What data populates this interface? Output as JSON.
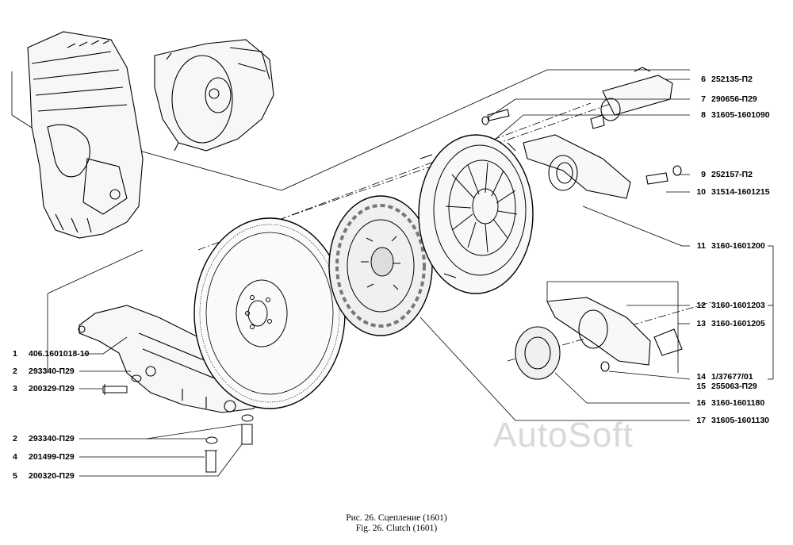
{
  "callouts": [
    {
      "num": "6",
      "code": "252135-П2"
    },
    {
      "num": "7",
      "code": "290656-П29"
    },
    {
      "num": "8",
      "code": "31605-1601090"
    },
    {
      "num": "9",
      "code": "252157-П2"
    },
    {
      "num": "10",
      "code": "31514-1601215"
    },
    {
      "num": "11",
      "code": "3160-1601200"
    },
    {
      "num": "12",
      "code": "3160-1601203"
    },
    {
      "num": "13",
      "code": "3160-1601205"
    },
    {
      "num": "14",
      "code": "1/37677/01"
    },
    {
      "num": "15",
      "code": "255063-П29"
    },
    {
      "num": "16",
      "code": "3160-1601180"
    },
    {
      "num": "17",
      "code": "31605-1601130"
    },
    {
      "num": "1",
      "code": "406.1601018-10"
    },
    {
      "num": "2",
      "code": "293340-П29"
    },
    {
      "num": "3",
      "code": "200329-П29"
    },
    {
      "num": "2",
      "code": "293340-П29"
    },
    {
      "num": "4",
      "code": "201499-П29"
    },
    {
      "num": "5",
      "code": "200320-П29"
    }
  ],
  "watermark": "AutoSoft",
  "caption_ru": "Рис. 26. Сцепление (1601)",
  "caption_en": "Fig. 26. Clutch (1601)"
}
